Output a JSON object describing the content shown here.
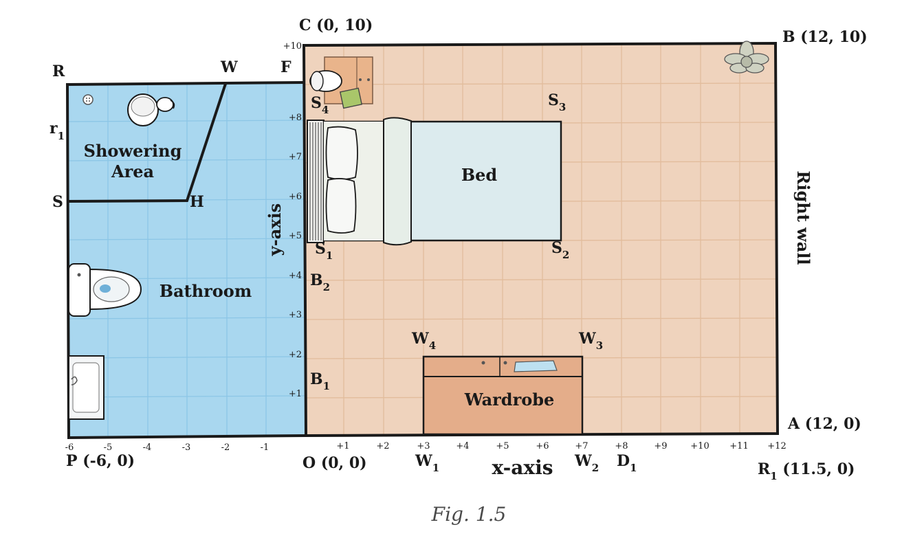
{
  "caption": "Fig. 1.5",
  "axes": {
    "x_label": "x-axis",
    "y_label": "y-axis",
    "x_ticks": [
      "-6",
      "-5",
      "-4",
      "-3",
      "-2",
      "-1",
      "+1",
      "+2",
      "+3",
      "+4",
      "+5",
      "+6",
      "+7",
      "+8",
      "+9",
      "+10",
      "+11",
      "+12"
    ],
    "y_ticks": [
      "+1",
      "+2",
      "+3",
      "+4",
      "+5",
      "+6",
      "+7",
      "+8",
      "+10"
    ]
  },
  "rooms": {
    "bathroom": "Bathroom",
    "showering_area": [
      "Showering",
      "Area"
    ],
    "bed": "Bed",
    "wardrobe": "Wardrobe",
    "right_wall": "Right wall"
  },
  "points": {
    "C": "C (0, 10)",
    "B": "B (12, 10)",
    "A": "A (12, 0)",
    "O": "O (0, 0)",
    "P": "P (-6, 0)",
    "R1": {
      "main": "R",
      "sub": "1",
      "tail": " (11.5, 0)"
    },
    "R": "R",
    "W": "W",
    "F": "F",
    "S": "S",
    "H": "H",
    "r1": {
      "main": "r",
      "sub": "1"
    },
    "S1": {
      "main": "S",
      "sub": "1"
    },
    "S2": {
      "main": "S",
      "sub": "2"
    },
    "S3": {
      "main": "S",
      "sub": "3"
    },
    "S4": {
      "main": "S",
      "sub": "4"
    },
    "B1": {
      "main": "B",
      "sub": "1"
    },
    "B2": {
      "main": "B",
      "sub": "2"
    },
    "W1": {
      "main": "W",
      "sub": "1"
    },
    "W2": {
      "main": "W",
      "sub": "2"
    },
    "W3": {
      "main": "W",
      "sub": "3"
    },
    "W4": {
      "main": "W",
      "sub": "4"
    },
    "D1": {
      "main": "D",
      "sub": "1"
    }
  },
  "colors": {
    "bathroom_fill": "#a9d7ef",
    "bedroom_fill": "#efd3bd",
    "wall": "#1a1a1a",
    "bath_grid": "#8cc6e6",
    "bed_grid": "#e2bc9c",
    "bed_fill": "#dcebee",
    "wardrobe_fill": "#e4ad8a"
  }
}
